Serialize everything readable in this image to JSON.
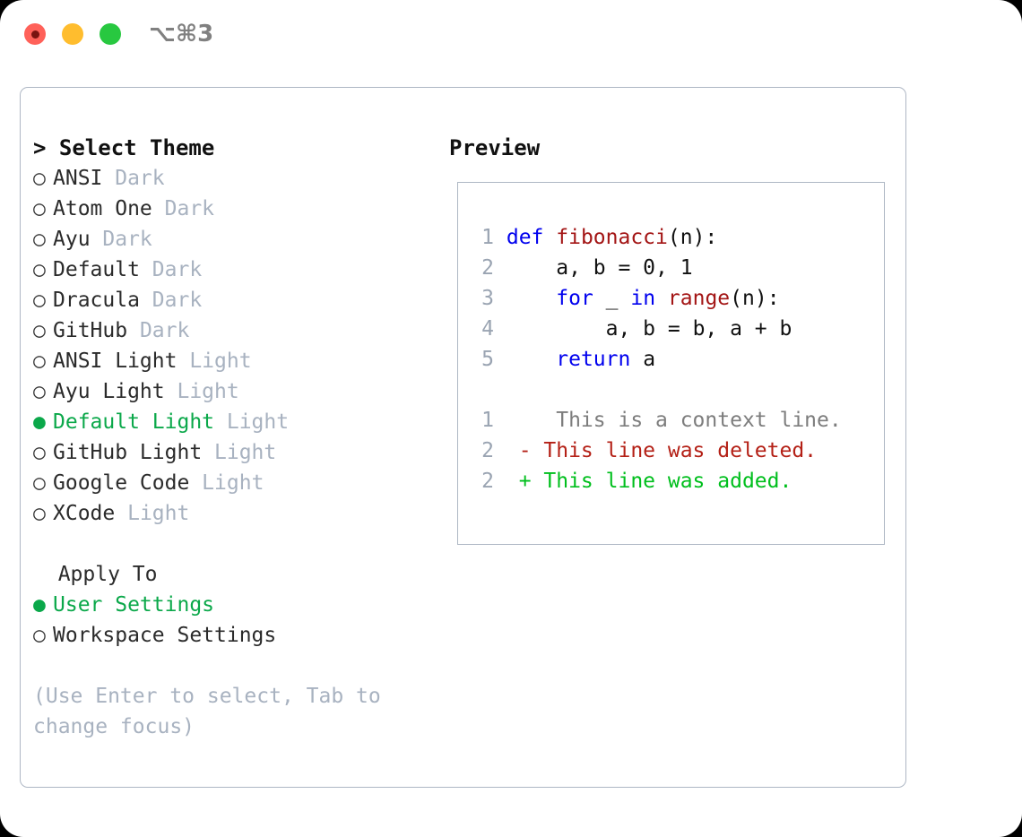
{
  "titlebar": {
    "shortcut": "⌥⌘3",
    "lights": [
      {
        "name": "close",
        "color": "#ff6159"
      },
      {
        "name": "minimize",
        "color": "#ffbd2e"
      },
      {
        "name": "maximize",
        "color": "#28c840"
      }
    ]
  },
  "theme_picker": {
    "title": "> Select Theme",
    "bullet_selected": "●",
    "bullet_unselected": "○",
    "options": [
      {
        "name": "ANSI",
        "tag": "Dark",
        "selected": false
      },
      {
        "name": "Atom One",
        "tag": "Dark",
        "selected": false
      },
      {
        "name": "Ayu",
        "tag": "Dark",
        "selected": false
      },
      {
        "name": "Default",
        "tag": "Dark",
        "selected": false
      },
      {
        "name": "Dracula",
        "tag": "Dark",
        "selected": false
      },
      {
        "name": "GitHub",
        "tag": "Dark",
        "selected": false
      },
      {
        "name": "ANSI Light",
        "tag": "Light",
        "selected": false
      },
      {
        "name": "Ayu Light",
        "tag": "Light",
        "selected": false
      },
      {
        "name": "Default Light",
        "tag": "Light",
        "selected": true
      },
      {
        "name": "GitHub Light",
        "tag": "Light",
        "selected": false
      },
      {
        "name": "Google Code",
        "tag": "Light",
        "selected": false
      },
      {
        "name": "XCode",
        "tag": "Light",
        "selected": false
      }
    ]
  },
  "apply_to": {
    "header": "  Apply To",
    "options": [
      {
        "name": "User Settings",
        "selected": true
      },
      {
        "name": "Workspace Settings",
        "selected": false
      }
    ]
  },
  "hint": "(Use Enter to select, Tab to change focus)",
  "preview": {
    "title": "Preview",
    "code_lines": [
      {
        "num": "1",
        "tokens": [
          {
            "t": "def ",
            "c": "kw"
          },
          {
            "t": "fibonacci",
            "c": "fn"
          },
          {
            "t": "(n):",
            "c": "plain"
          }
        ]
      },
      {
        "num": "2",
        "tokens": [
          {
            "t": "    a, b = 0, 1",
            "c": "plain"
          }
        ]
      },
      {
        "num": "3",
        "tokens": [
          {
            "t": "    ",
            "c": "plain"
          },
          {
            "t": "for",
            "c": "kw"
          },
          {
            "t": " _ ",
            "c": "plain"
          },
          {
            "t": "in",
            "c": "kw"
          },
          {
            "t": " ",
            "c": "plain"
          },
          {
            "t": "range",
            "c": "fn"
          },
          {
            "t": "(n):",
            "c": "plain"
          }
        ]
      },
      {
        "num": "4",
        "tokens": [
          {
            "t": "        a, b = b, a + b",
            "c": "plain"
          }
        ]
      },
      {
        "num": "5",
        "tokens": [
          {
            "t": "    ",
            "c": "plain"
          },
          {
            "t": "return",
            "c": "kw"
          },
          {
            "t": " a",
            "c": "plain"
          }
        ]
      }
    ],
    "diff_lines": [
      {
        "num": "1",
        "marker": " ",
        "text": "  This is a context line.",
        "c": "ctx"
      },
      {
        "num": "2",
        "marker": "-",
        "text": " This line was deleted.",
        "c": "del"
      },
      {
        "num": "2",
        "marker": "+",
        "text": " This line was added.",
        "c": "add"
      }
    ]
  },
  "colors": {
    "accent_green": "#0ba84a",
    "muted": "#a8b2c0",
    "border": "#aeb7c4",
    "keyword": "#0000ee",
    "function": "#a31515",
    "diff_deleted": "#b42016",
    "diff_added": "#00bf1d",
    "line_number": "#9aa4b2"
  }
}
